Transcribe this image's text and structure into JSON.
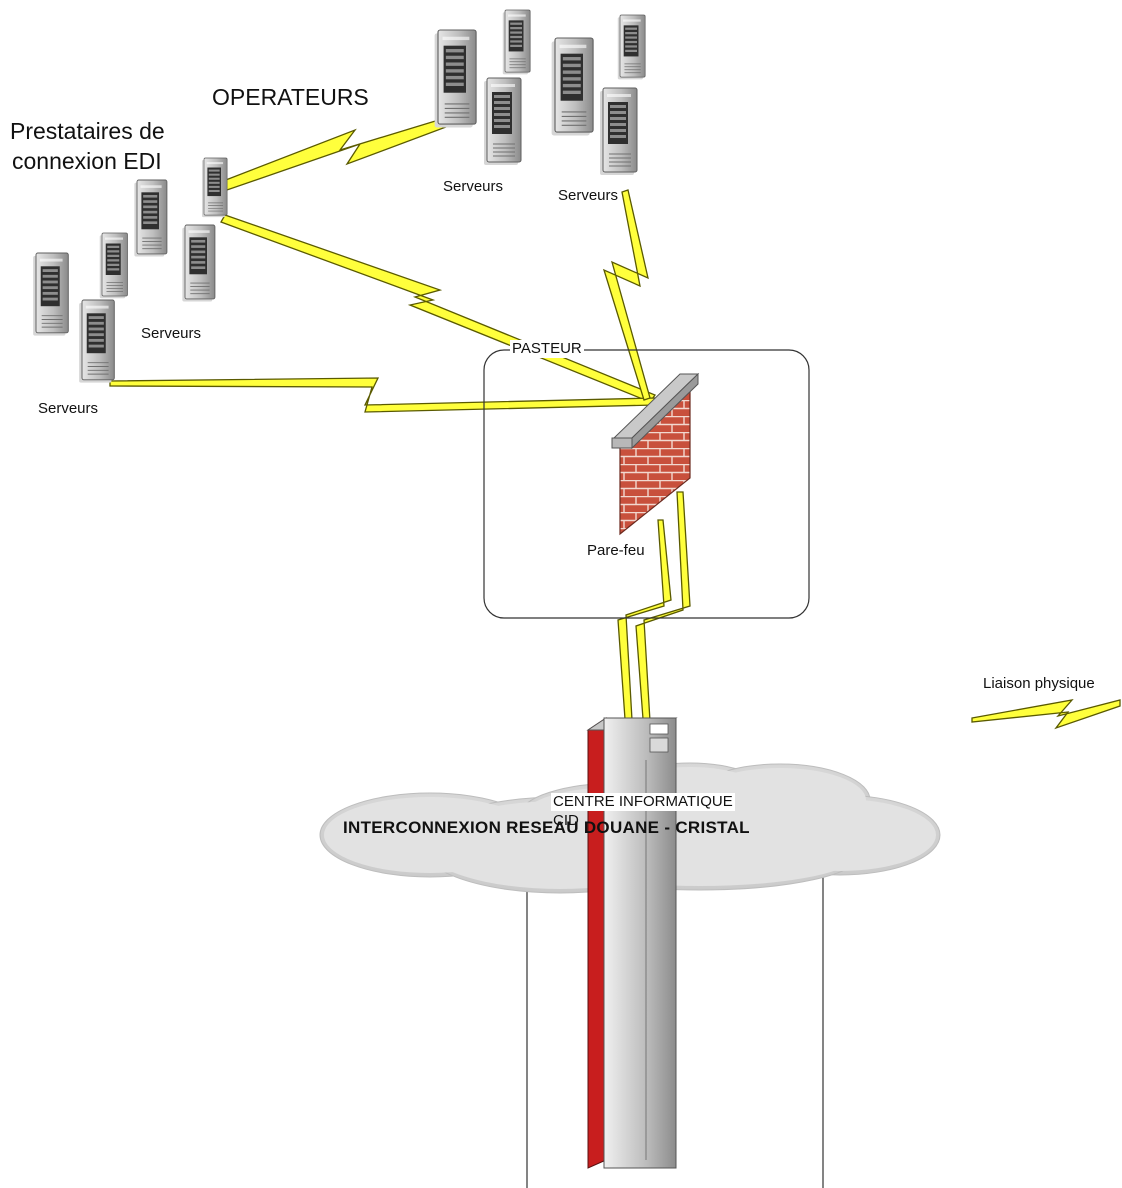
{
  "labels": {
    "operateurs": "OPERATEURS",
    "prestataires_line1": "Prestataires de",
    "prestataires_line2": "connexion EDI",
    "serveurs_top_left": "Serveurs",
    "serveurs_top_right": "Serveurs",
    "serveurs_mid": "Serveurs",
    "serveurs_left": "Serveurs",
    "pasteur": "PASTEUR",
    "pare_feu": "Pare-feu",
    "cloud": "INTERCONNEXION RESEAU DOUANE - CRISTAL",
    "cid_line1": "CENTRE INFORMATIQUE",
    "cid_line2": "CID",
    "legend": "Liaison physique"
  },
  "icons": {
    "server": "server-tower-icon",
    "firewall": "brick-wall-firewall-icon",
    "cloud": "cloud-network-icon",
    "mainframe": "mainframe-computer-icon",
    "link": "lightning-link-icon"
  },
  "colors": {
    "lightning_fill": "#ffff3c",
    "lightning_stroke": "#5a5a00",
    "brick": "#c8503c",
    "cloud": "#d4d4d4",
    "mainframe_red": "#c81e1e"
  }
}
